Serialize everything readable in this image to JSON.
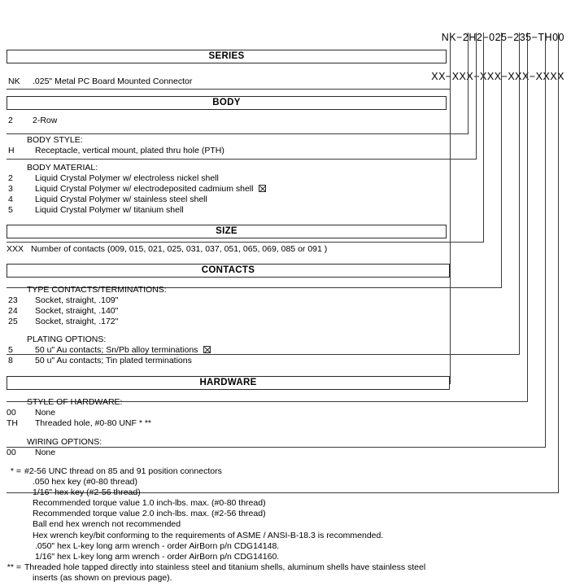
{
  "part_number": {
    "example": "NK−2H2−025−235−TH00",
    "mask": "XX−XXX−XXX−XXX−XXXX"
  },
  "sections": {
    "series": {
      "title": "SERIES",
      "rows": [
        {
          "code": "NK",
          "desc": ".025\" Metal PC Board Mounted Connector",
          "marked": false
        }
      ]
    },
    "body": {
      "title": "BODY",
      "rows": [
        {
          "code": "2",
          "desc": "2-Row",
          "marked": false
        }
      ],
      "body_style": {
        "label": "BODY STYLE:",
        "rows": [
          {
            "code": "H",
            "desc": "Receptacle, vertical mount, plated thru hole (PTH)",
            "marked": false
          }
        ]
      },
      "body_material": {
        "label": "BODY MATERIAL:",
        "rows": [
          {
            "code": "2",
            "desc": "Liquid Crystal Polymer w/ electroless nickel shell",
            "marked": false
          },
          {
            "code": "3",
            "desc": "Liquid Crystal Polymer w/ electrodeposited cadmium shell",
            "marked": true
          },
          {
            "code": "4",
            "desc": "Liquid Crystal Polymer w/ stainless steel shell",
            "marked": false
          },
          {
            "code": "5",
            "desc": "Liquid Crystal Polymer w/ titanium shell",
            "marked": false
          }
        ]
      }
    },
    "size": {
      "title": "SIZE",
      "rows": [
        {
          "code": "XXX",
          "desc": "Number of contacts (009, 015, 021, 025, 031, 037, 051, 065, 069, 085 or 091 )",
          "marked": false
        }
      ]
    },
    "contacts": {
      "title": "CONTACTS",
      "type_terminations": {
        "label": "TYPE CONTACTS/TERMINATIONS:",
        "rows": [
          {
            "code": "23",
            "desc": "Socket, straight, .109\"",
            "marked": false
          },
          {
            "code": "24",
            "desc": "Socket, straight, .140\"",
            "marked": false
          },
          {
            "code": "25",
            "desc": "Socket, straight, .172\"",
            "marked": false
          }
        ]
      },
      "plating_options": {
        "label": "PLATING OPTIONS:",
        "rows": [
          {
            "code": "5",
            "desc": "50 u\" Au contacts; Sn/Pb alloy terminations",
            "marked": true
          },
          {
            "code": "8",
            "desc": "50 u\" Au contacts; Tin plated terminations",
            "marked": false
          }
        ]
      }
    },
    "hardware": {
      "title": "HARDWARE",
      "style_of_hardware": {
        "label": "STYLE OF HARDWARE:",
        "rows": [
          {
            "code": "00",
            "desc": "None",
            "marked": false
          },
          {
            "code": "TH",
            "desc": "Threaded hole, #0-80 UNF * **",
            "marked": false
          }
        ]
      },
      "wiring_options": {
        "label": "WIRING OPTIONS:",
        "rows": [
          {
            "code": "00",
            "desc": "None",
            "marked": false
          }
        ]
      }
    }
  },
  "footnotes": [
    {
      "marker": "* =",
      "text": "#2-56 UNC thread on 85 and 91 position connectors"
    },
    {
      "marker": "",
      "text": ".050 hex key (#0-80 thread)"
    },
    {
      "marker": "",
      "text": "1/16\" hex key (#2-56 thread)"
    },
    {
      "marker": "",
      "text": "Recommended torque value 1.0 inch-lbs. max. (#0-80 thread)"
    },
    {
      "marker": "",
      "text": "Recommended torque value 2.0 inch-lbs. max. (#2-56 thread)"
    },
    {
      "marker": "",
      "text": "Ball end hex wrench not recommended"
    },
    {
      "marker": "",
      "text": "Hex wrench key/bit conforming to the requirements of ASME / ANSI-B-18.3 is recommended."
    },
    {
      "marker": "",
      "text": ".050\" hex L-key long arm wrench - order AirBorn p/n CDG14148."
    },
    {
      "marker": "",
      "text": "1/16\" hex L-key long arm wrench - order AirBorn p/n CDG14160."
    },
    {
      "marker": "** =",
      "text": "Threaded hole tapped directly into stainless steel and titanium shells, aluminum shells have stainless steel"
    },
    {
      "marker": "",
      "text": "inserts (as shown on previous page)."
    }
  ],
  "colors": {
    "line": "#3b3b3b",
    "box_border": "#2b2b2b",
    "text": "#000000",
    "background": "#ffffff"
  }
}
